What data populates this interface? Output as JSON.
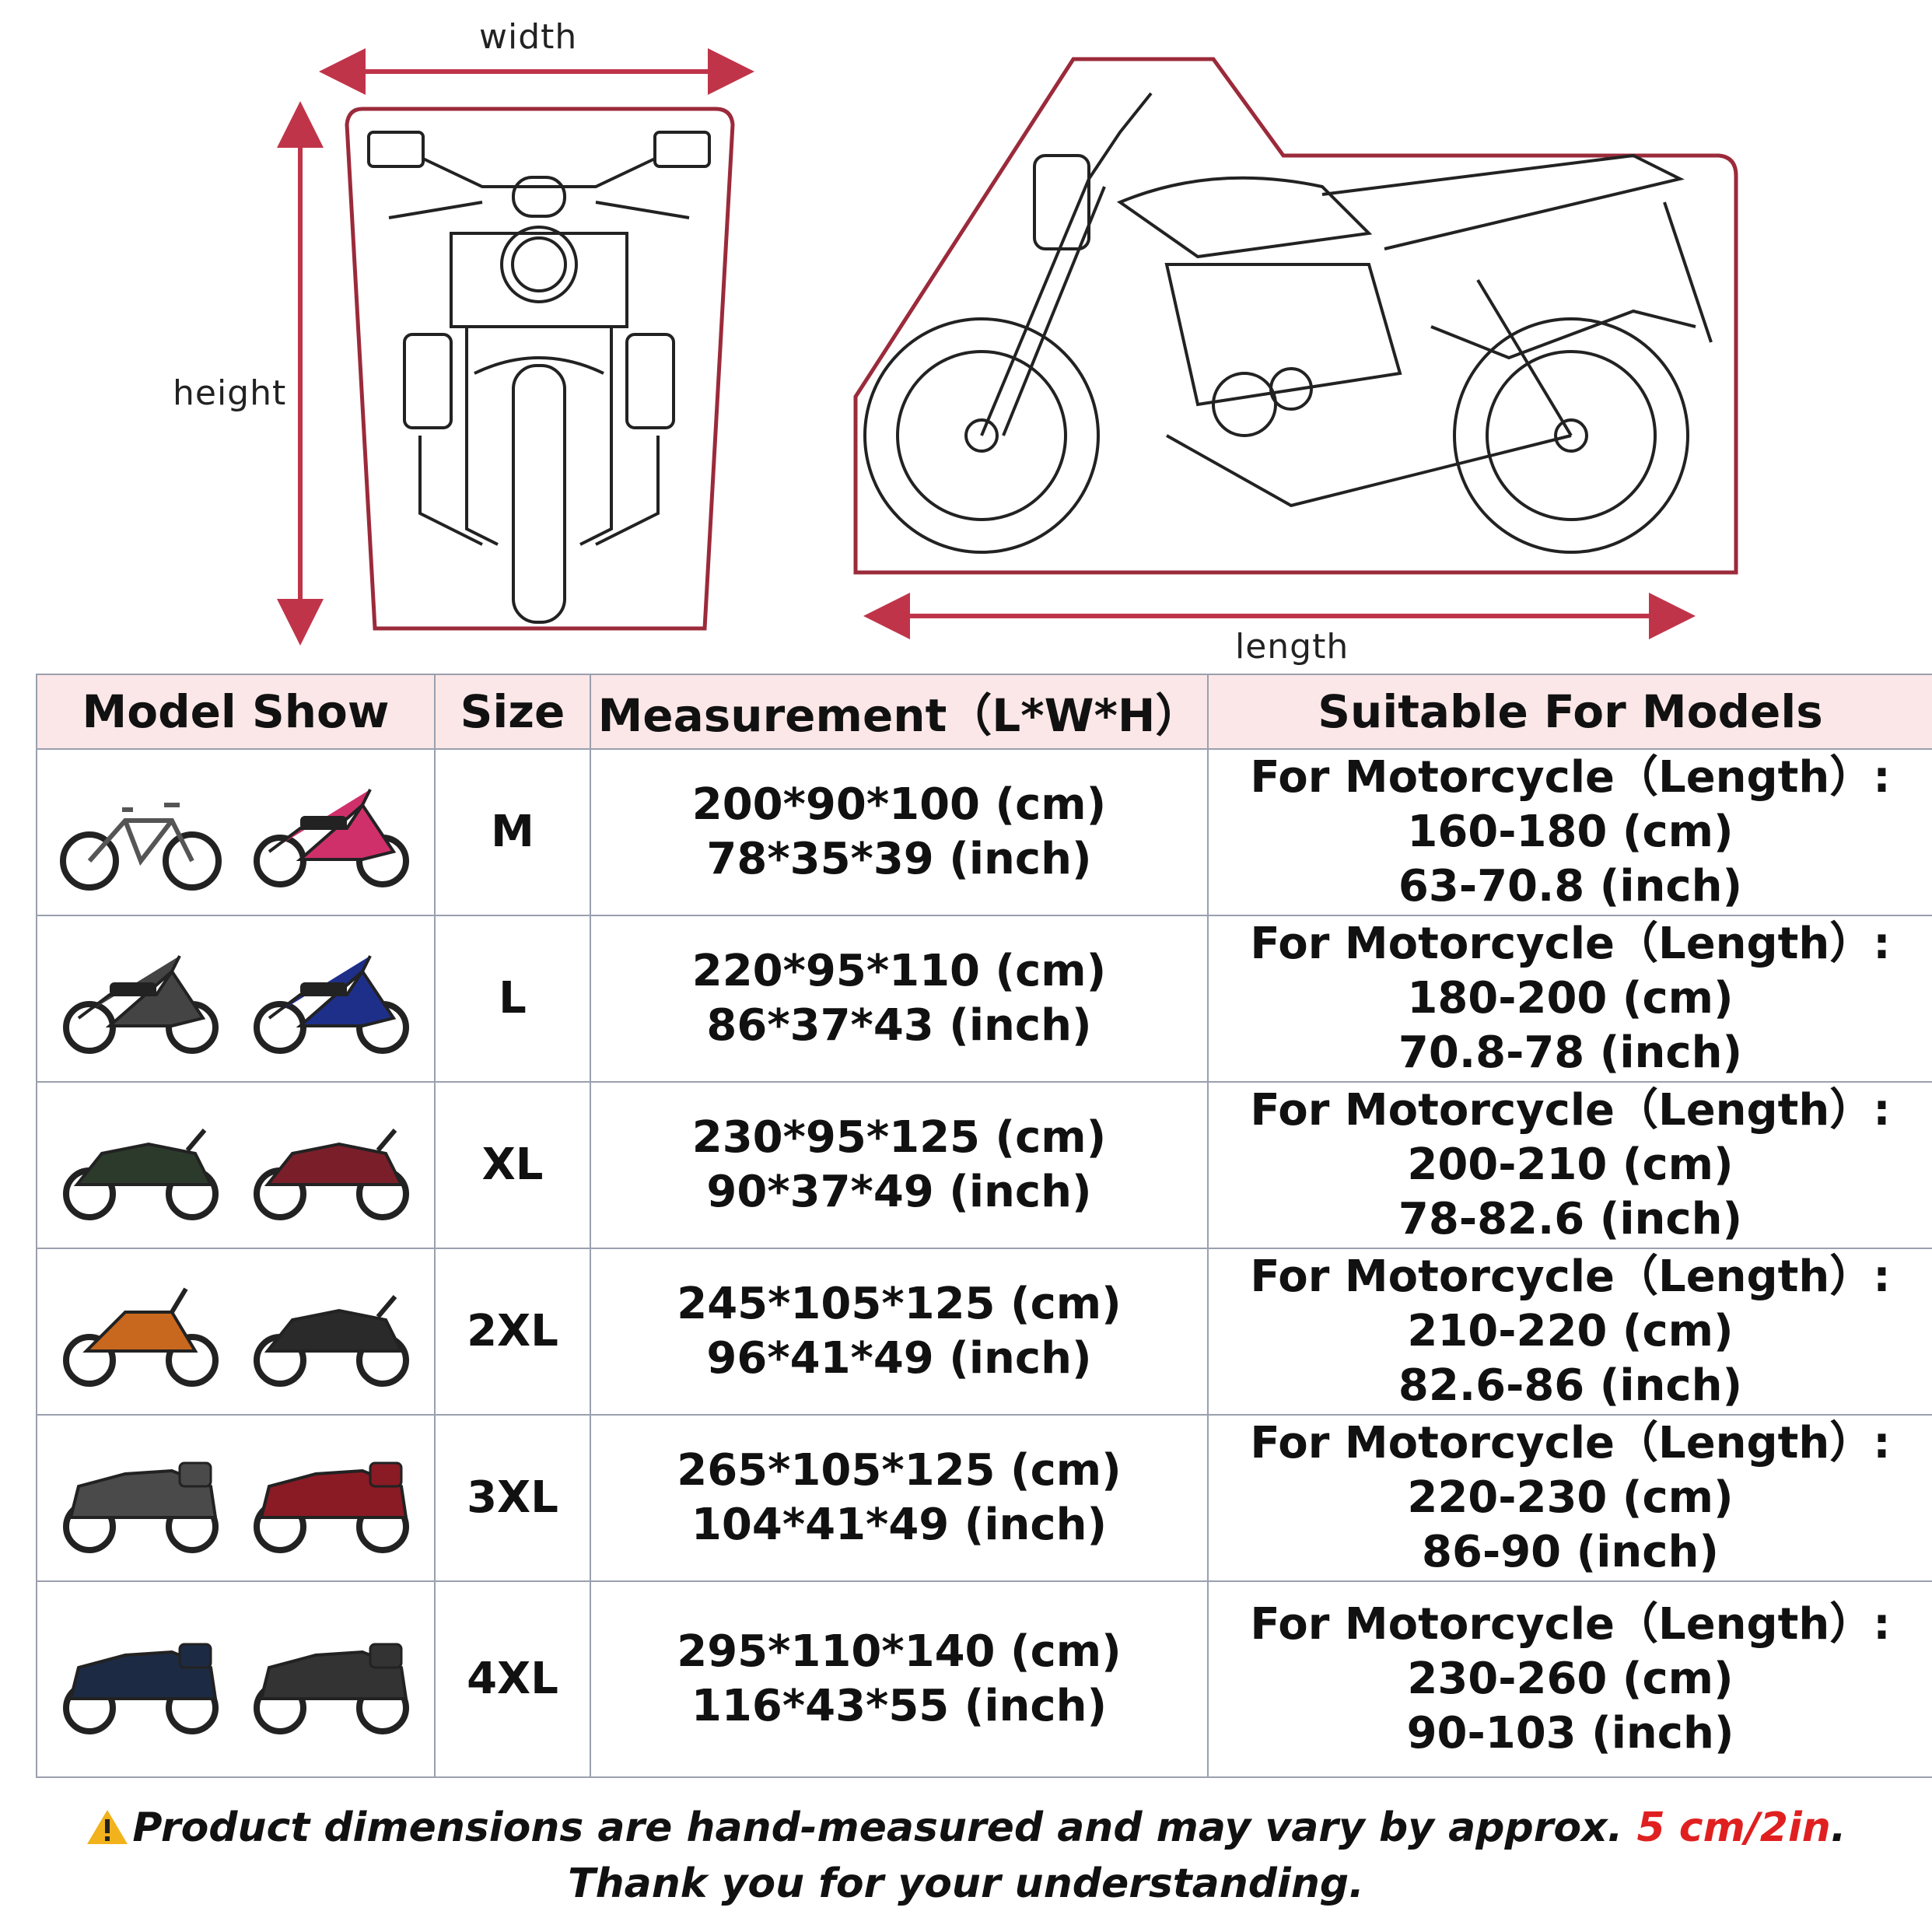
{
  "diagram": {
    "width_label": "width",
    "height_label": "height",
    "length_label": "length"
  },
  "table": {
    "headers": [
      "Model Show",
      "Size",
      "Measurement（L*W*H）",
      "Suitable For Models"
    ],
    "rows": [
      {
        "size": "M",
        "cm": "200*90*100 (cm)",
        "inch": "78*35*39 (inch)",
        "suit_title": "For Motorcycle（Length）:",
        "suit_cm": "160-180 (cm)",
        "suit_inch": "63-70.8 (inch)",
        "thumbs": [
          "bicycle-icon",
          "scooter-icon"
        ],
        "colors": [
          "#555555",
          "#d0306a"
        ]
      },
      {
        "size": "L",
        "cm": "220*95*110 (cm)",
        "inch": "86*37*43 (inch)",
        "suit_title": "For Motorcycle（Length）:",
        "suit_cm": "180-200 (cm)",
        "suit_inch": "70.8-78 (inch)",
        "thumbs": [
          "moped-icon",
          "scooter-icon"
        ],
        "colors": [
          "#444444",
          "#1e2f8a"
        ]
      },
      {
        "size": "XL",
        "cm": "230*95*125 (cm)",
        "inch": "90*37*49 (inch)",
        "suit_title": "For Motorcycle（Length）:",
        "suit_cm": "200-210 (cm)",
        "suit_inch": "78-82.6 (inch)",
        "thumbs": [
          "sportbike-icon",
          "sportbike-icon"
        ],
        "colors": [
          "#2c3a2c",
          "#7a1f2a"
        ]
      },
      {
        "size": "2XL",
        "cm": "245*105*125 (cm)",
        "inch": "96*41*49 (inch)",
        "suit_title": "For Motorcycle（Length）:",
        "suit_cm": "210-220 (cm)",
        "suit_inch": "82.6-86 (inch)",
        "thumbs": [
          "dirtbike-icon",
          "sportbike-icon"
        ],
        "colors": [
          "#c8681e",
          "#2a2a2a"
        ]
      },
      {
        "size": "3XL",
        "cm": "265*105*125 (cm)",
        "inch": "104*41*49 (inch)",
        "suit_title": "For Motorcycle（Length）:",
        "suit_cm": "220-230 (cm)",
        "suit_inch": "86-90 (inch)",
        "thumbs": [
          "touring-icon",
          "touring-icon"
        ],
        "colors": [
          "#4a4a4a",
          "#8a1a24"
        ]
      },
      {
        "size": "4XL",
        "cm": "295*110*140 (cm)",
        "inch": "116*43*55 (inch)",
        "suit_title": "For Motorcycle（Length）:",
        "suit_cm": "230-260 (cm)",
        "suit_inch": "90-103 (inch)",
        "thumbs": [
          "cruiser-icon",
          "touring-icon"
        ],
        "colors": [
          "#1d2a44",
          "#333333"
        ]
      }
    ]
  },
  "note": {
    "line1_pre": "Product dimensions are hand-measured and may vary by approx.",
    "line1_highlight": "5 cm/2in",
    "line1_post": ".",
    "line2": "Thank you for your understanding.",
    "highlight_color": "#e02020"
  },
  "colors": {
    "cover_outline": "#9b2a3a",
    "arrow": "#c0344a",
    "header_bg": "#fbe7e7"
  }
}
